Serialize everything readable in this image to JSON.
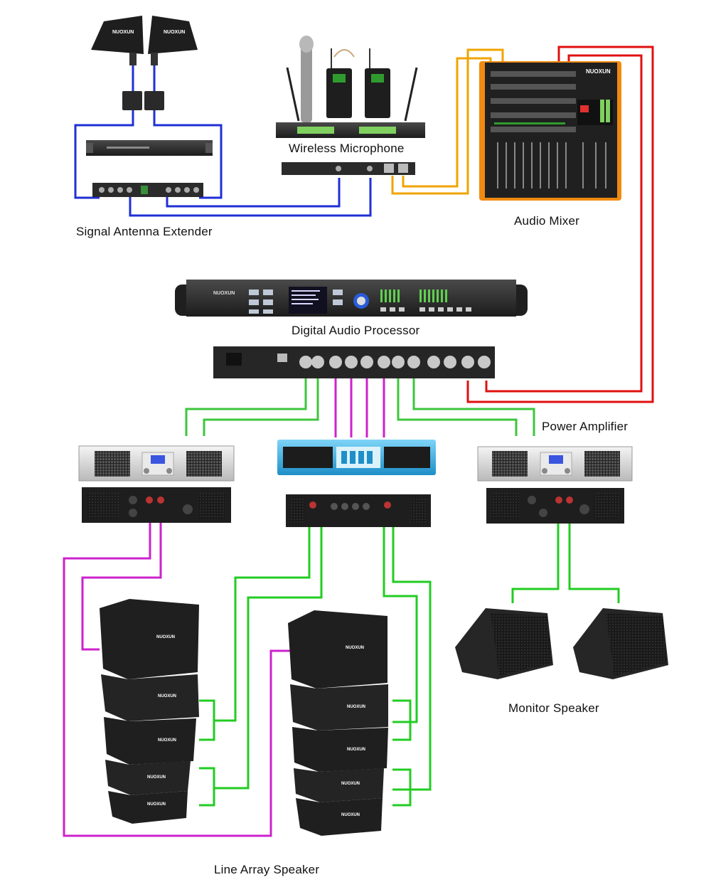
{
  "labels": {
    "signal_antenna_extender": "Signal Antenna Extender",
    "wireless_microphone": "Wireless Microphone",
    "audio_mixer": "Audio Mixer",
    "digital_audio_processor": "Digital Audio Processor",
    "power_amplifier": "Power Amplifier",
    "monitor_speaker": "Monitor Speaker",
    "line_array_speaker": "Line Array Speaker"
  },
  "brand": "NUOXUN",
  "cable_colors": {
    "antenna": "#1f2fd6",
    "mixer_input": "#f0a400",
    "mixer_output": "#e01010",
    "processor_to_amp": "#3cc63c",
    "processor_to_center_amp": "#cc22cc",
    "amp_to_speaker_green": "#22cc22",
    "amp_to_speaker_purple": "#cc22cc"
  }
}
